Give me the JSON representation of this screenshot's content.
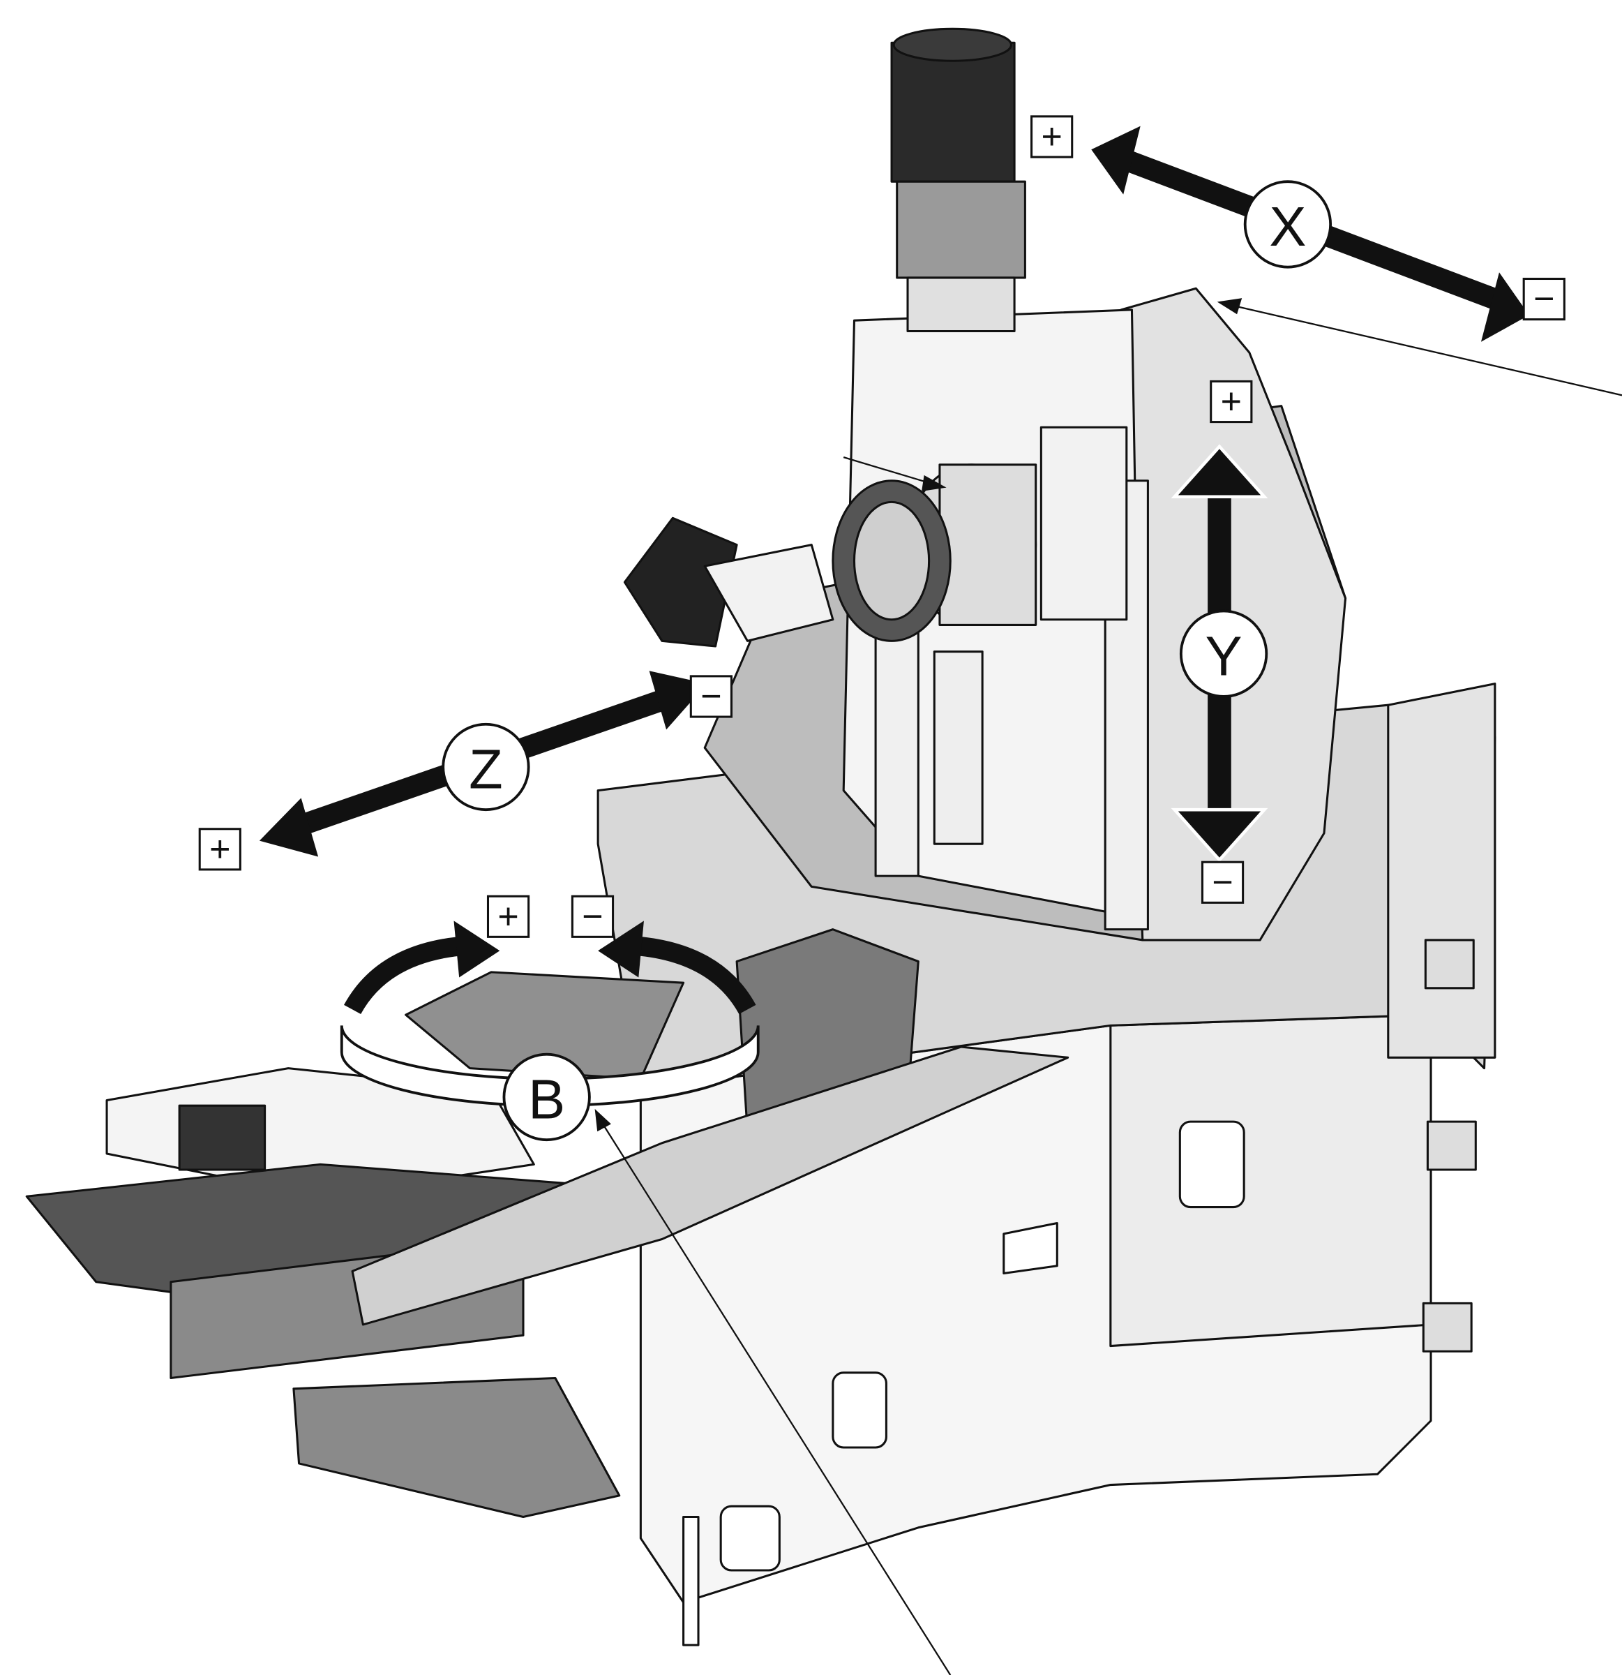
{
  "figure": {
    "axes": {
      "x": {
        "name": "X",
        "plus": "+",
        "minus": "−"
      },
      "y": {
        "name": "Y",
        "plus": "+",
        "minus": "−"
      },
      "z": {
        "name": "Z",
        "plus": "+",
        "minus": "−"
      },
      "b": {
        "name": "B",
        "plus": "+",
        "minus": "−"
      }
    },
    "colors": {
      "ink": "#111111",
      "body_light": "#f4f4f4",
      "body_mid": "#cfcfcf",
      "body_dark": "#8a8a8a",
      "motor": "#2a2a2a"
    }
  }
}
